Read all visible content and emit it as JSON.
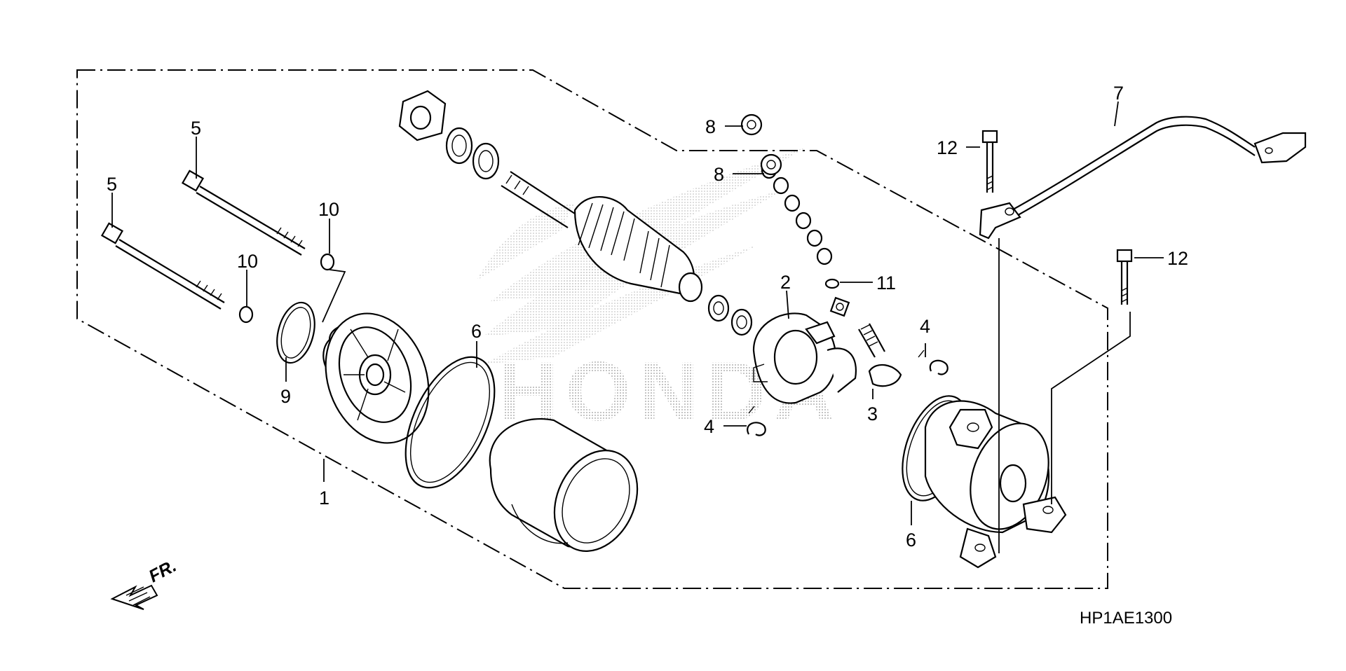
{
  "diagram": {
    "code": "HP1AE1300",
    "front_label": "FR.",
    "watermark": "HONDA",
    "callouts": {
      "c1": "1",
      "c2": "2",
      "c3": "3",
      "c4a": "4",
      "c4b": "4",
      "c5a": "5",
      "c5b": "5",
      "c6a": "6",
      "c6b": "6",
      "c7": "7",
      "c8a": "8",
      "c8b": "8",
      "c9": "9",
      "c10a": "10",
      "c10b": "10",
      "c11": "11",
      "c12a": "12",
      "c12b": "12"
    }
  }
}
